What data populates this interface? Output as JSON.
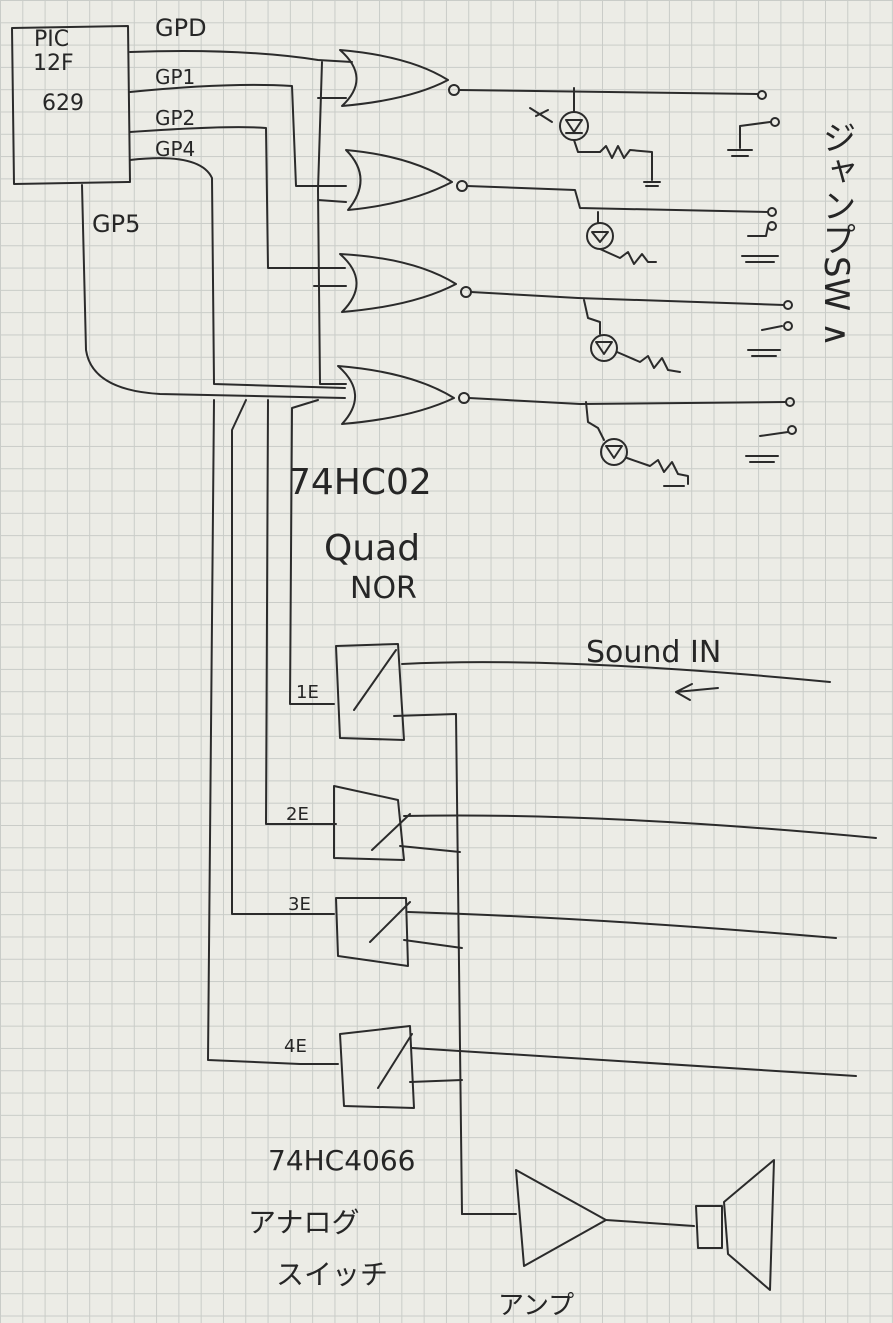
{
  "mcu": {
    "line1": "PIC",
    "line2": "12F",
    "line3": "629"
  },
  "pins": {
    "gp0": "GPD",
    "gp1": "GP1",
    "gp2": "GP2",
    "gp4": "GP4",
    "gp5": "GP5"
  },
  "nor_chip": {
    "part": "74HC02",
    "line1": "Quad",
    "line2": "NOR"
  },
  "switch_chip": {
    "part": "74HC4066",
    "line1": "アナログ",
    "line2": "スイッチ"
  },
  "switch_enables": [
    "1E",
    "2E",
    "3E",
    "4E"
  ],
  "sound_in": "Sound IN",
  "amp_label": "アンプ",
  "right_label": "ジャンプSW ∧"
}
